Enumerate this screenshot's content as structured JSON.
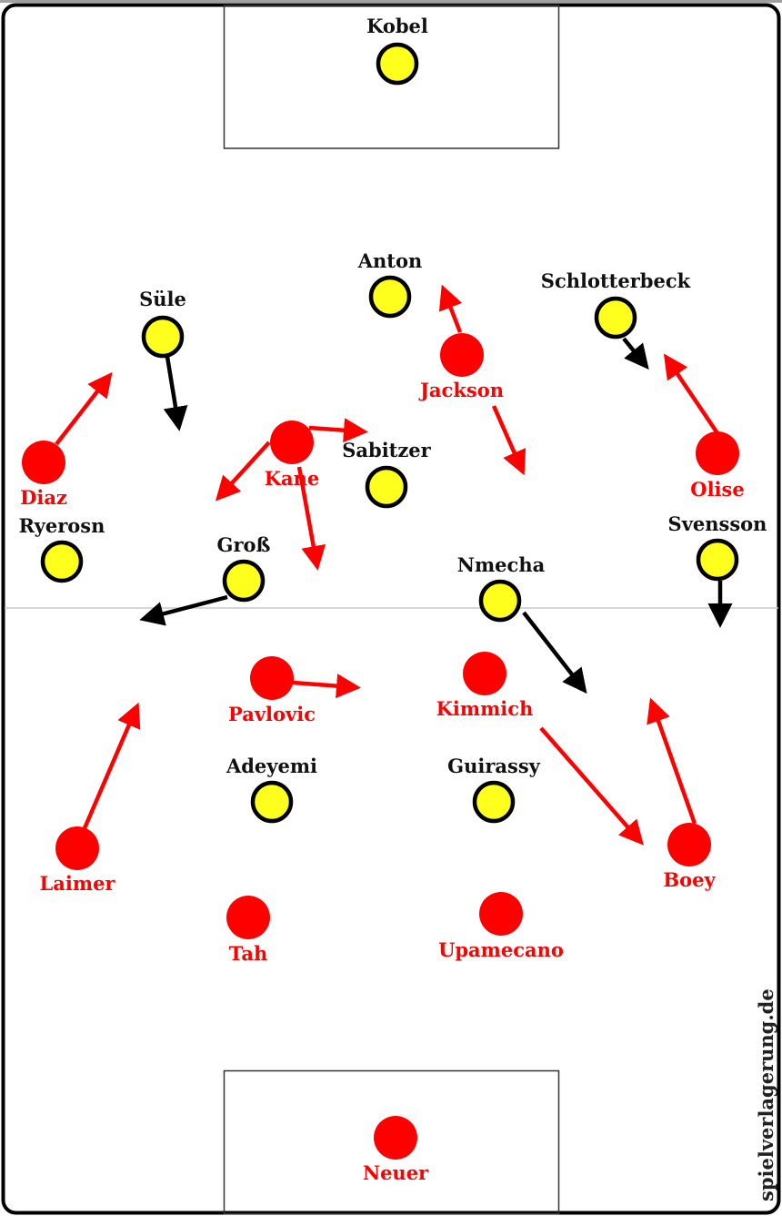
{
  "colors": {
    "home": "#ff0000",
    "away": "#ffff1e",
    "away_stroke": "#000000",
    "line": "#000000",
    "halfway": "#c8c8c8"
  },
  "watermark": "spielverlagerung.de",
  "players": [
    {
      "name": "Kobel",
      "team": "away"
    },
    {
      "name": "Anton",
      "team": "away"
    },
    {
      "name": "Süle",
      "team": "away"
    },
    {
      "name": "Schlotterbeck",
      "team": "away"
    },
    {
      "name": "Sabitzer",
      "team": "away"
    },
    {
      "name": "Ryerosn",
      "team": "away"
    },
    {
      "name": "Groß",
      "team": "away"
    },
    {
      "name": "Nmecha",
      "team": "away"
    },
    {
      "name": "Svensson",
      "team": "away"
    },
    {
      "name": "Adeyemi",
      "team": "away"
    },
    {
      "name": "Guirassy",
      "team": "away"
    },
    {
      "name": "Jackson",
      "team": "home"
    },
    {
      "name": "Diaz",
      "team": "home"
    },
    {
      "name": "Kane",
      "team": "home"
    },
    {
      "name": "Olise",
      "team": "home"
    },
    {
      "name": "Pavlovic",
      "team": "home"
    },
    {
      "name": "Kimmich",
      "team": "home"
    },
    {
      "name": "Laimer",
      "team": "home"
    },
    {
      "name": "Boey",
      "team": "home"
    },
    {
      "name": "Tah",
      "team": "home"
    },
    {
      "name": "Upamecano",
      "team": "home"
    },
    {
      "name": "Neuer",
      "team": "home"
    }
  ]
}
